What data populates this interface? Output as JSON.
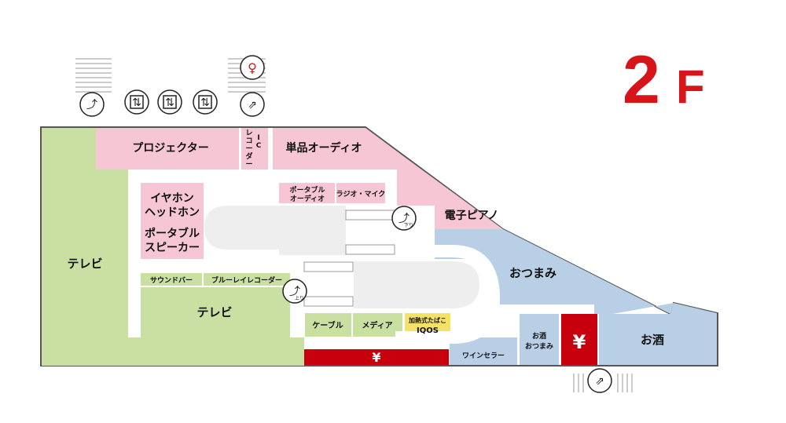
{
  "floor": {
    "label": "2",
    "suffix": "F"
  },
  "colors": {
    "tv": "#c9e0a2",
    "av": "#f6c6d4",
    "food": "#b9cfe6",
    "floor": "#eeeeee",
    "cashier": "#c8000e",
    "accent": "#d7141a",
    "yellow": "#f4e266"
  },
  "areas": {
    "tv_left": "テレビ",
    "projector": "プロジェクター",
    "ic_recorder": [
      "I",
      "C",
      "レ",
      "コ",
      "ー",
      "ダ",
      "ー"
    ],
    "single_audio": "単品オーディオ",
    "earphones": [
      "イヤホン",
      "ヘッドホン"
    ],
    "portable_speaker": [
      "ポータブル",
      "スピーカー"
    ],
    "portable_audio": [
      "ポータブル",
      "オーディオ"
    ],
    "radio_mic": "ラジオ・マイク",
    "e_piano": "電子ピアノ",
    "snacks": "おつまみ",
    "sound_bar": "サウンドバー",
    "bluray": "ブルーレイレコーダー",
    "tv_center": "テレビ",
    "cable": "ケーブル",
    "media": "メディア",
    "heated_tobacco": [
      "加熱式たばこ",
      "IQOS"
    ],
    "wine_cellar": "ワインセラー",
    "sake_snacks": [
      "お酒",
      "おつまみ"
    ],
    "sake": "お酒",
    "yen": "¥"
  },
  "icons": [
    {
      "name": "escalator-icon",
      "label": ""
    },
    {
      "name": "elevator-icon",
      "label": ""
    },
    {
      "name": "elevator-icon",
      "label": ""
    },
    {
      "name": "elevator-icon",
      "label": ""
    },
    {
      "name": "restroom-icon",
      "label": ""
    },
    {
      "name": "stairs-icon",
      "label": ""
    },
    {
      "name": "escalator-down-icon",
      "label": "下り"
    },
    {
      "name": "escalator-up-icon",
      "label": "上り"
    },
    {
      "name": "stairs-icon",
      "label": ""
    }
  ]
}
